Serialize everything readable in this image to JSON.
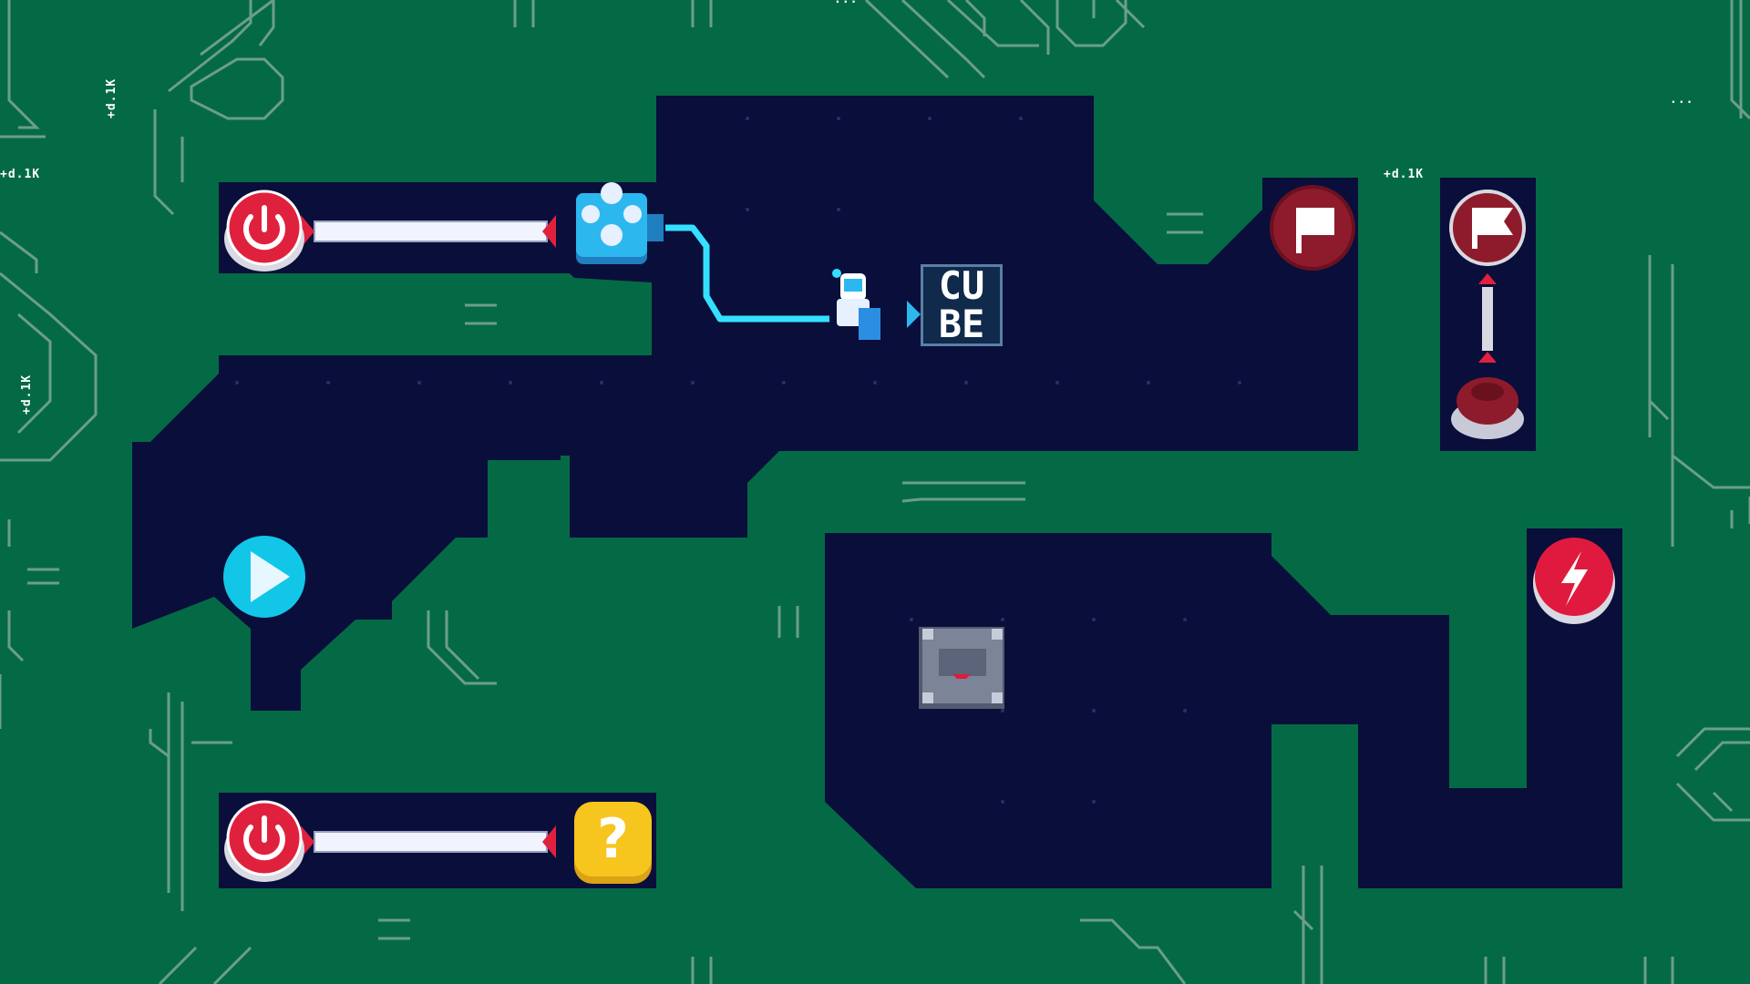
{
  "colors": {
    "board_green": "#046a45",
    "floor_navy": "#0a0e3a",
    "trace_line": "#8fb0a2",
    "power_red": "#e0213e",
    "power_rim": "#d9d9e3",
    "flag_red": "#8e1b2b",
    "play_cyan": "#12c6e8",
    "question_yellow": "#f6c51e",
    "bolt_red": "#e01a3e",
    "wire_white": "#f1f3ff",
    "cyan_wire": "#34e0ff",
    "module_blue": "#2cb8ef",
    "cube_block": "#0f2a4a",
    "crate_grey": "#7b8597"
  },
  "labels": {
    "cube_line1": "CU",
    "cube_line2": "BE",
    "question_mark": "?",
    "tag_left_top": "+d.1K",
    "tag_left_vertical": "+d.1K",
    "tag_left_mid": "+d.1K",
    "tag_right_top": "+d.1K",
    "tag_top_center": "...",
    "tag_top_right": "..."
  },
  "icons": {
    "power": "power-icon",
    "flag": "flag-icon",
    "play": "play-icon",
    "question": "question-icon",
    "bolt": "lightning-bolt-icon",
    "robot": "robot-character-icon",
    "crate": "metal-crate-icon",
    "switch": "dpad-switch-module-icon",
    "lever": "lever-icon"
  }
}
